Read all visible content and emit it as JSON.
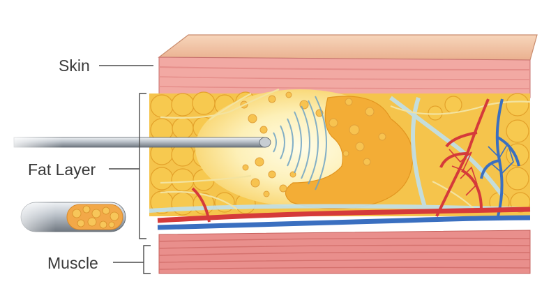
{
  "labels": {
    "skin": "Skin",
    "fat_layer": "Fat Layer",
    "muscle": "Muscle"
  },
  "colors": {
    "skin_surface": "#f3c7a6",
    "dermis": "#f0a4a0",
    "fat": "#f6bf45",
    "muscle": "#e98f8c",
    "artery": "#d53a3a",
    "vein": "#3a6fc0",
    "nerve": "#f4e7a6",
    "connective": "#bfe0ec"
  },
  "icons": [
    "cannula-icon",
    "aspirated-fat-tube-icon",
    "ultrasound-wave-icon"
  ]
}
